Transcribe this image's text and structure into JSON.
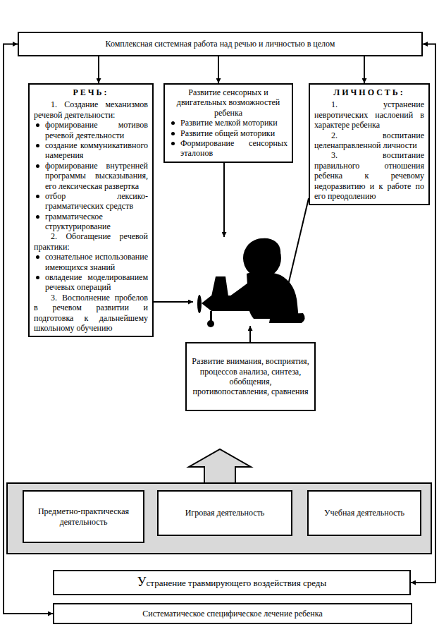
{
  "diagram": {
    "nodes": [
      {
        "text": [
          "Комплексная системная работа над речью и личностью в целом"
        ]
      },
      {
        "text": [
          "РЕЧЬ:",
          "1. Создание механизмов речевой деятельности:",
          "формирование мотивов речевой деятельности",
          "создание коммуникативного намерения",
          "формирование внутренней программы высказывания, его лексическая развертка",
          "отбор лексико-грамматических средств",
          "грамматическое структурирование",
          "2. Обогащение речевой практики:",
          "сознательное использование имеющихся знаний",
          "овладение моделированием речевых операций",
          "3. Восполнение пробелов в речевом развитии и подготовка к дальнейшему школьному обучению"
        ]
      },
      {
        "text": [
          "Развитие сенсорных и двигательных возможностей ребенка",
          "Развитие мелкой моторики",
          "Развитие общей моторики",
          "Формирование сенсорных эталонов"
        ]
      },
      {
        "text": [
          "ЛИЧНОСТЬ:",
          "1. устранение невротических наслоений в характере ребенка",
          "2. воспитание целенаправленной личности",
          "3. воспитание правильного отношения ребенка к речевому недоразвитию и к работе по его преодолению"
        ]
      },
      {
        "text": [
          "Развитие внимания, восприятия, процессов анализа, синтеза, обобщения, противопоставления, сравнения"
        ]
      },
      {
        "text": [
          "Предметно-практическая деятельность"
        ]
      },
      {
        "text": [
          "Игровая деятельность"
        ]
      },
      {
        "text": [
          "Учебная деятельность"
        ]
      },
      {
        "text": [
          "Устранение травмирующего воздействия среды"
        ]
      },
      {
        "text": [
          "Систематическое специфическое лечение ребенка"
        ]
      }
    ],
    "edges": [
      {
        "from": 0,
        "to": 1,
        "arrow": "to"
      },
      {
        "from": 0,
        "to": 2,
        "arrow": "to"
      },
      {
        "from": 0,
        "to": 3,
        "arrow": "to"
      },
      {
        "from": 9,
        "to": 0,
        "arrow": "both"
      },
      {
        "from": 8,
        "to": 0,
        "arrow": "both"
      }
    ]
  }
}
